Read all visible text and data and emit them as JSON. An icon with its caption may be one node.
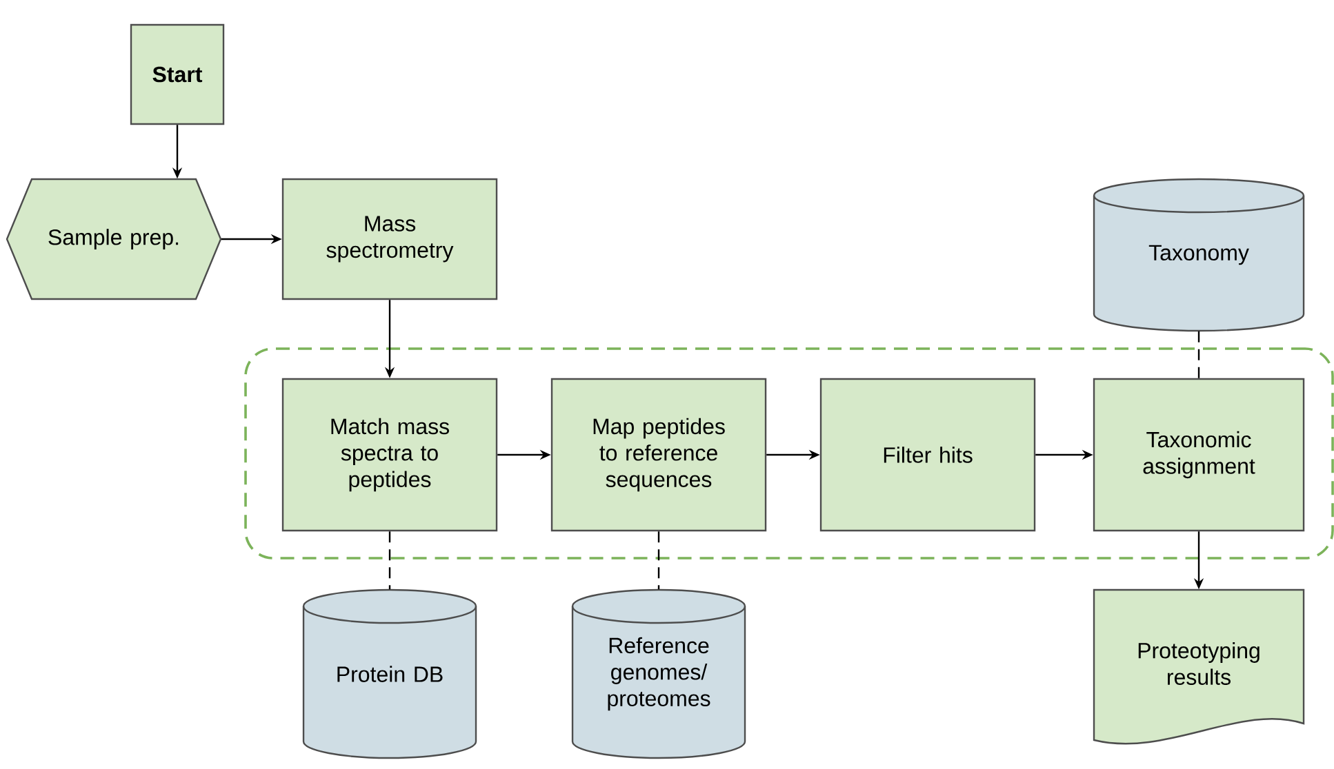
{
  "diagram": {
    "nodes": [
      {
        "text": [
          "Start"
        ]
      },
      {
        "text": [
          "Sample prep."
        ]
      },
      {
        "text": [
          "Mass spectrometry"
        ]
      },
      {
        "text": [
          "Taxonomy"
        ]
      },
      {
        "text": [],
        "shape": "box"
      },
      {
        "text": [
          "Match mass spectra to peptides"
        ],
        "in": 4
      },
      {
        "text": [
          "Map peptides to reference sequences"
        ],
        "in": 4
      },
      {
        "text": [
          "Filter hits"
        ],
        "in": 4
      },
      {
        "text": [
          "Taxonomic assignment"
        ],
        "in": 4
      },
      {
        "text": [
          "Protein DB"
        ]
      },
      {
        "text": [
          "Reference genomes/ proteomes"
        ]
      },
      {
        "text": [
          "Proteotyping results"
        ]
      }
    ],
    "edges": [
      {
        "from": 0,
        "to": 1,
        "arrow": "to"
      },
      {
        "from": 1,
        "to": 2,
        "arrow": "to"
      },
      {
        "from": 2,
        "to": 5,
        "arrow": "to"
      },
      {
        "from": 5,
        "to": 6,
        "arrow": "to"
      },
      {
        "from": 6,
        "to": 7,
        "arrow": "to"
      },
      {
        "from": 7,
        "to": 8,
        "arrow": "to"
      },
      {
        "from": 8,
        "to": 11,
        "arrow": "to"
      },
      {
        "from": 3,
        "to": 8,
        "arrow": "none",
        "style": "dashed"
      },
      {
        "from": 5,
        "to": 9,
        "arrow": "none",
        "style": "dashed"
      },
      {
        "from": 6,
        "to": 10,
        "arrow": "none",
        "style": "dashed"
      }
    ]
  }
}
